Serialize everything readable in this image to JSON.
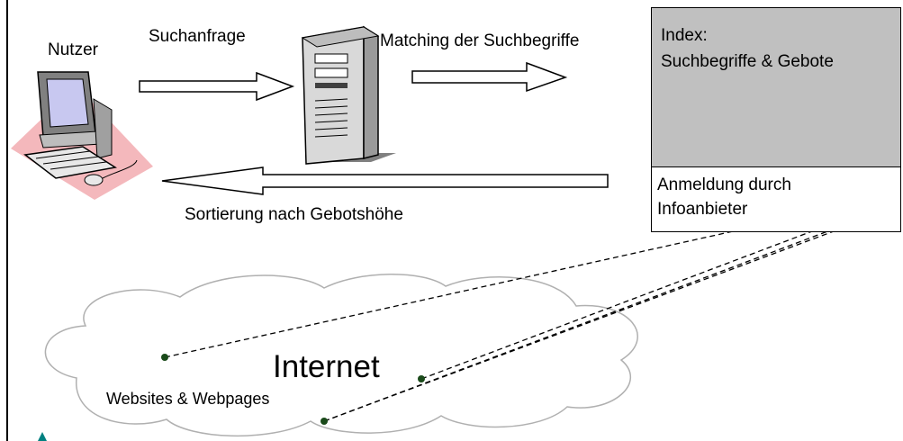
{
  "labels": {
    "user": "Nutzer",
    "query": "Suchanfrage",
    "matching": "Matching der Suchbegriffe",
    "sorting": "Sortierung nach Gebotshöhe",
    "index_title": "Index:",
    "index_sub": "Suchbegriffe & Gebote",
    "registration_line1": "Anmeldung durch",
    "registration_line2": "Infoanbieter",
    "internet": "Internet",
    "websites": "Websites & Webpages"
  },
  "colors": {
    "index_fill": "#c0c0c0",
    "user_shadow": "#f4b8bc",
    "monitor_screen": "#c8c8f0",
    "dot": "#1a4a1a",
    "accent_triangle": "#008080"
  },
  "icons": [
    "computer-user-icon",
    "server-tower-icon",
    "cloud-icon"
  ]
}
